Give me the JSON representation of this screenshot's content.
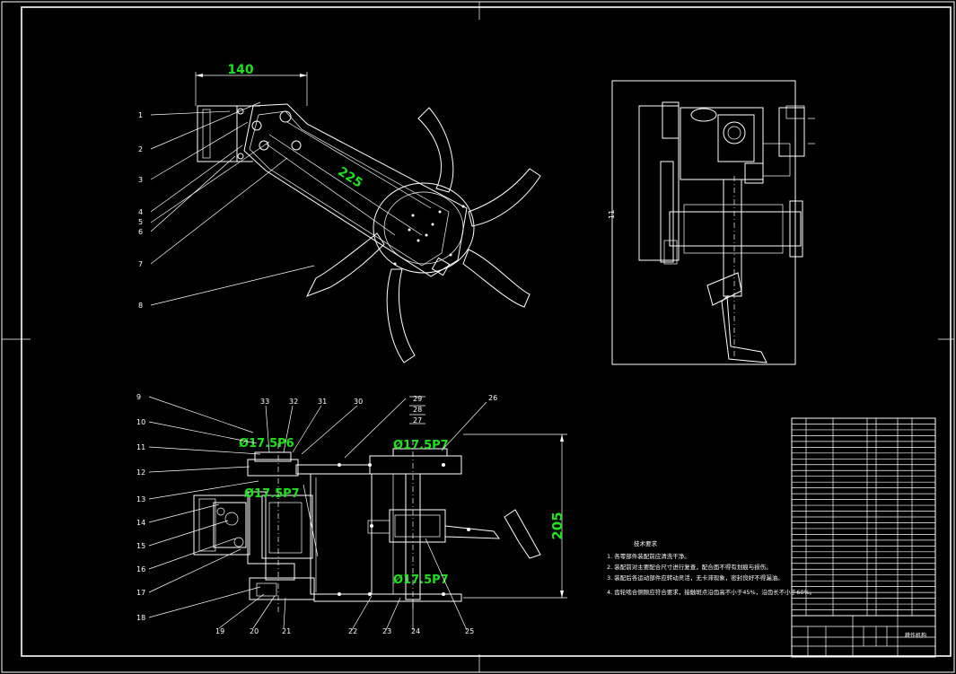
{
  "dimensions": {
    "width_140": "140",
    "length_225": "225",
    "height_205": "205",
    "bore_top_left": "Ø17.5P6",
    "bore_top_right": "Ø17.5P7",
    "bore_mid_left": "Ø17.5P7",
    "bore_bottom": "Ø17.5P7"
  },
  "top_callouts": [
    "1",
    "2",
    "3",
    "4",
    "5",
    "6",
    "7",
    "8"
  ],
  "section_callouts_left": [
    "9",
    "10",
    "11",
    "12",
    "13",
    "14",
    "15",
    "16",
    "17",
    "18"
  ],
  "section_callouts_bottom": [
    "19",
    "20",
    "21",
    "22",
    "23",
    "24",
    "25"
  ],
  "section_callouts_top": [
    "33",
    "32",
    "31",
    "30",
    "29",
    "28",
    "27",
    "26"
  ],
  "side_view_label": "11",
  "tech_notes": {
    "title": "技术要求",
    "lines": [
      "1. 各零部件装配前应清洗干净。",
      "2. 装配前对主要配合尺寸进行复查，配合面不得有划痕与损伤。",
      "3. 装配后各运动部件应转动灵活，无卡滞现象，密封良好不得漏油。",
      "4. 齿轮啮合侧隙应符合要求，接触斑点沿齿高不小于45%，沿齿长不小于60%。"
    ]
  },
  "title_block": {
    "name": "耕作机构",
    "rows": 34
  }
}
